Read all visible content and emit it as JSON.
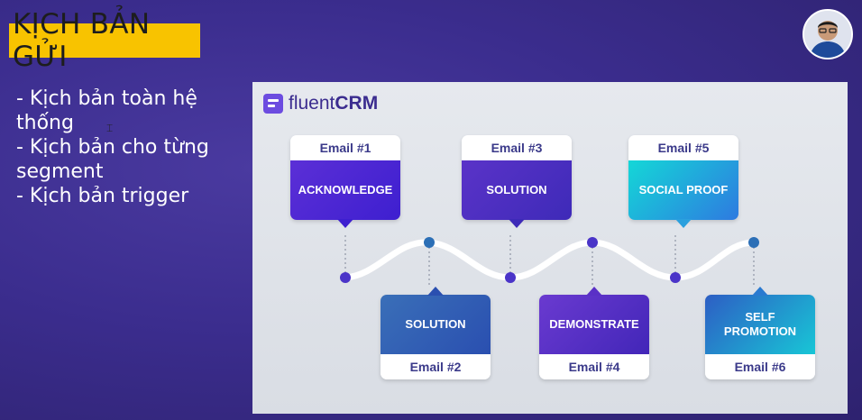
{
  "title": "KỊCH BẢN GỬI",
  "bullets": [
    "- Kịch bản toàn hệ thống",
    "- Kịch bản cho từng segment",
    "- Kịch bản trigger"
  ],
  "slide": {
    "logo_light": "fluent",
    "logo_bold": "CRM",
    "cards": [
      {
        "email": "Email #1",
        "text": "ACKNOWLEDGE"
      },
      {
        "email": "Email #2",
        "text": "SOLUTION"
      },
      {
        "email": "Email #3",
        "text": "SOLUTION"
      },
      {
        "email": "Email #4",
        "text": "DEMONSTRATE"
      },
      {
        "email": "Email #5",
        "text": "SOCIAL PROOF"
      },
      {
        "email": "Email #6",
        "text": "SELF PROMOTION"
      }
    ]
  },
  "colors": {
    "title_bg": "#f8c300",
    "brand": "#3b2c8f",
    "accent": "#6c4ce0"
  }
}
